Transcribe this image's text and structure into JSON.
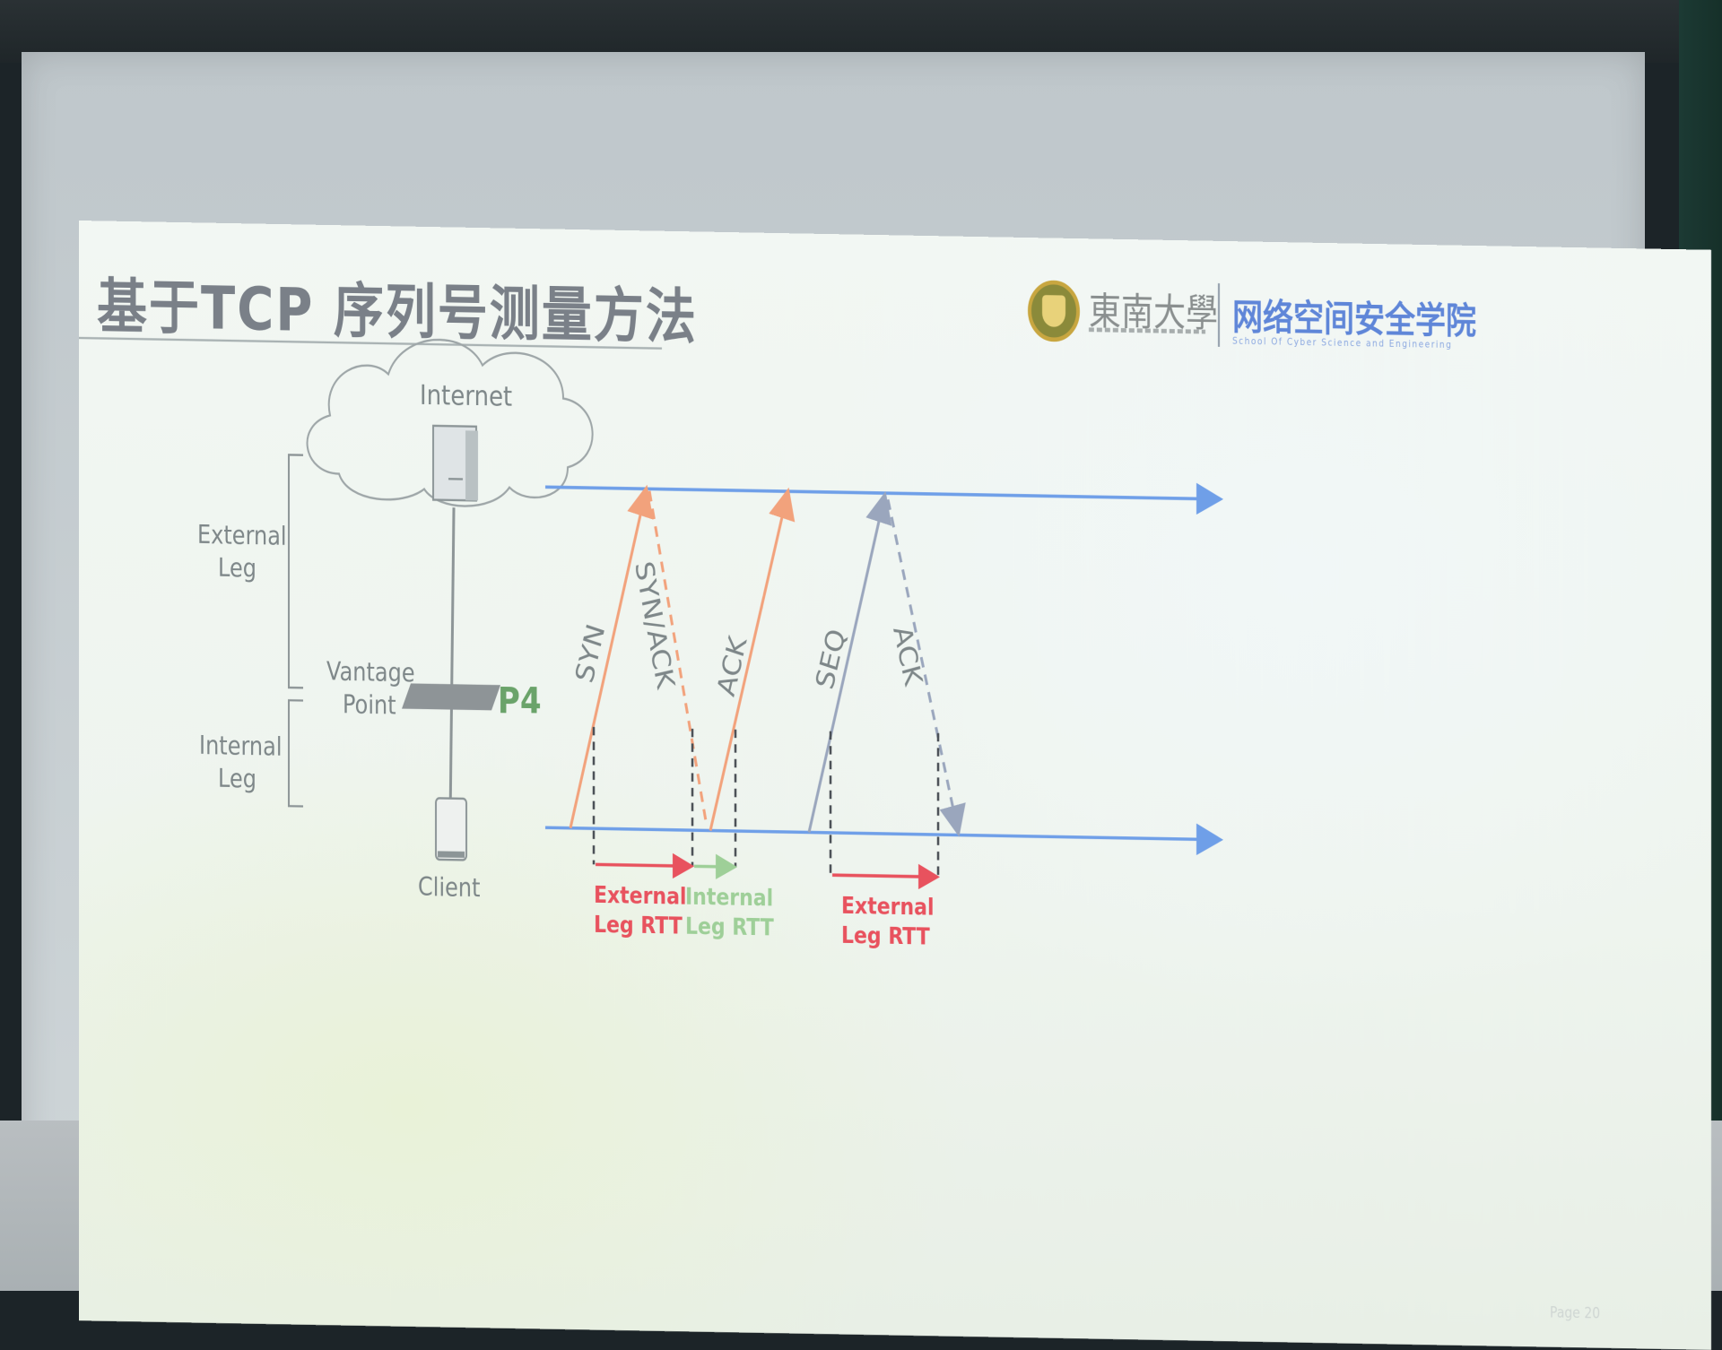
{
  "slide": {
    "title": "基于TCP 序列号测量方法",
    "logo": {
      "university": "東南大學",
      "school": "网络空间安全学院",
      "school_en": "School Of Cyber Science and Engineering"
    },
    "page": "Page 20"
  },
  "diagram": {
    "internet_label": "Internet",
    "external_leg_label": [
      "External",
      "Leg"
    ],
    "vantage_point_label": [
      "Vantage",
      "Point"
    ],
    "internal_leg_label": [
      "Internal",
      "Leg"
    ],
    "client_label": "Client",
    "p4_badge": "P4",
    "packets": [
      "SYN",
      "SYN/ACK",
      "ACK",
      "SEQ",
      "ACK"
    ],
    "rtt_labels": [
      {
        "lines": [
          "External",
          "Leg RTT"
        ],
        "color": "#e8525e"
      },
      {
        "lines": [
          "Internal",
          "Leg RTT"
        ],
        "color": "#9ecf98"
      },
      {
        "lines": [
          "External",
          "Leg RTT"
        ],
        "color": "#e8525e"
      }
    ],
    "colors": {
      "timeline": "#6f9fe8",
      "syn_ack_arrow": "#f2a27c",
      "seq_arrow": "#9aa6bd",
      "dashed": "#4a4f55",
      "external_rtt": "#e8525e",
      "internal_rtt": "#9ecf98"
    }
  }
}
